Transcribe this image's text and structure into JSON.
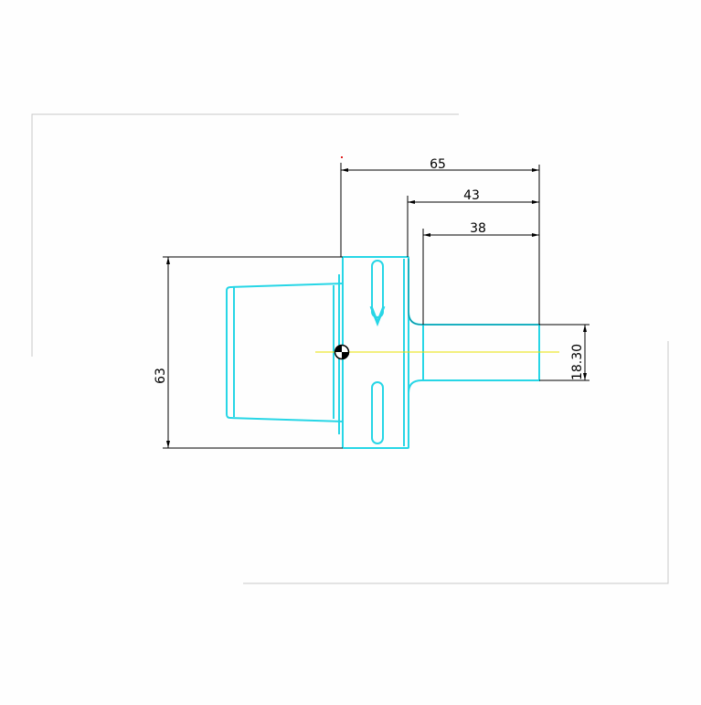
{
  "drawing": {
    "dimensions": {
      "width_total": "65",
      "width_mid": "43",
      "width_inner": "38",
      "height_total": "63",
      "height_shaft": "18.30"
    },
    "colors": {
      "background": "#fefefe",
      "sheet_border": "#c8c8c8",
      "part_outline": "#27d6e6",
      "dimension_line": "#000000",
      "centerline": "#e8e200",
      "origin_marker": "#000000"
    }
  }
}
